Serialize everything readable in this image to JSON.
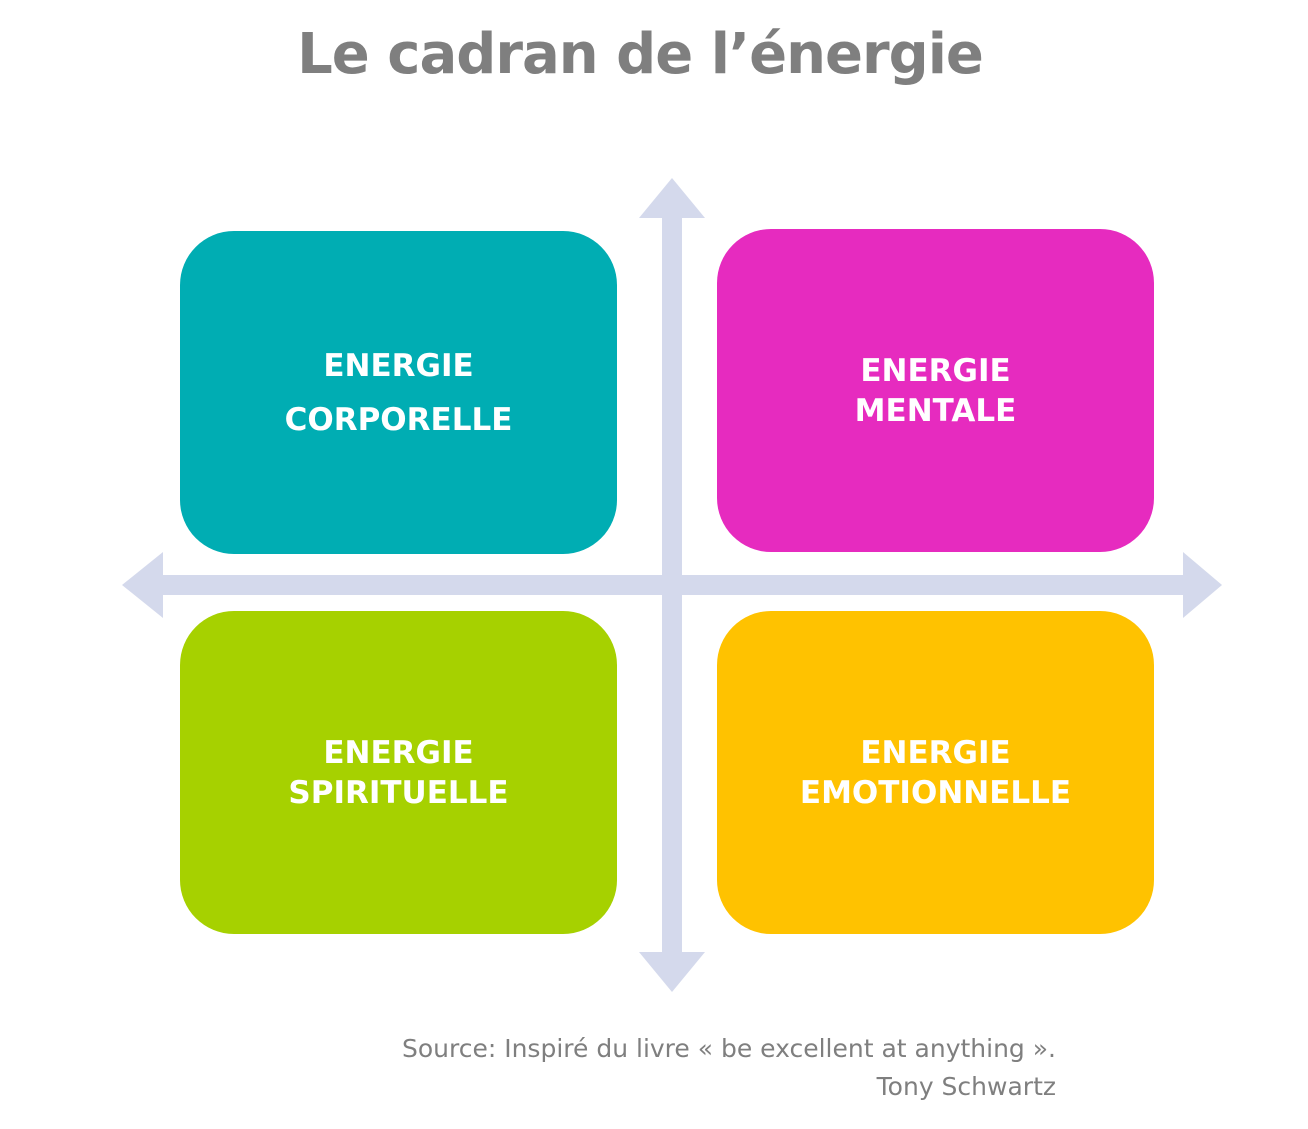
{
  "title": "Le cadran de l’énergie",
  "quadrants": [
    {
      "line1": "ENERGIE",
      "line2": "CORPORELLE",
      "color": "#00adb3"
    },
    {
      "line1": "ENERGIE",
      "line2": "MENTALE",
      "color": "#e62bbf"
    },
    {
      "line1": "ENERGIE",
      "line2": "SPIRITUELLE",
      "color": "#a6d100"
    },
    {
      "line1": "ENERGIE",
      "line2": "EMOTIONNELLE",
      "color": "#ffc200"
    }
  ],
  "axis_color": "#d4d9ec",
  "source": {
    "line1": "Source: Inspiré du livre « be excellent at anything ».",
    "line2": "Tony Schwartz"
  }
}
